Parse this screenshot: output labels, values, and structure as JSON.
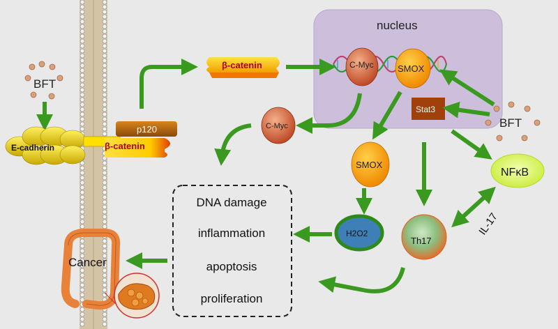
{
  "bft_top": "BFT",
  "bft_right": "BFT",
  "nucleus_label": "nucleus",
  "e_cadherin": "E-cadherin",
  "p120": "p120",
  "beta_catenin_membrane": "β-catenin",
  "beta_catenin_free": "β-catenin",
  "cmyc_nucleus": "C-Myc",
  "smox_nucleus": "SMOX",
  "stat3": "Stat3",
  "cmyc_cytoplasm": "C-Myc",
  "smox_cytoplasm": "SMOX",
  "nfkb": "NFκB",
  "h2o2": "H2O2",
  "th17": "Th17",
  "il17": "IL-17",
  "cancer": "Cancer",
  "outcomes": [
    "DNA damage",
    "inflammation",
    "apoptosis",
    "proliferation"
  ],
  "colors": {
    "arrow": "#3a9a1f",
    "nucleus": "#cdbfdc",
    "beta_catenin": "#f5b800",
    "stat3": "#a0400a",
    "nfkb": "#d8f55a",
    "h2o2_fill": "#3f7fb8",
    "h2o2_ring": "#2d8a1a",
    "th17": "#e87a3a",
    "background": "#e9e9e9"
  }
}
